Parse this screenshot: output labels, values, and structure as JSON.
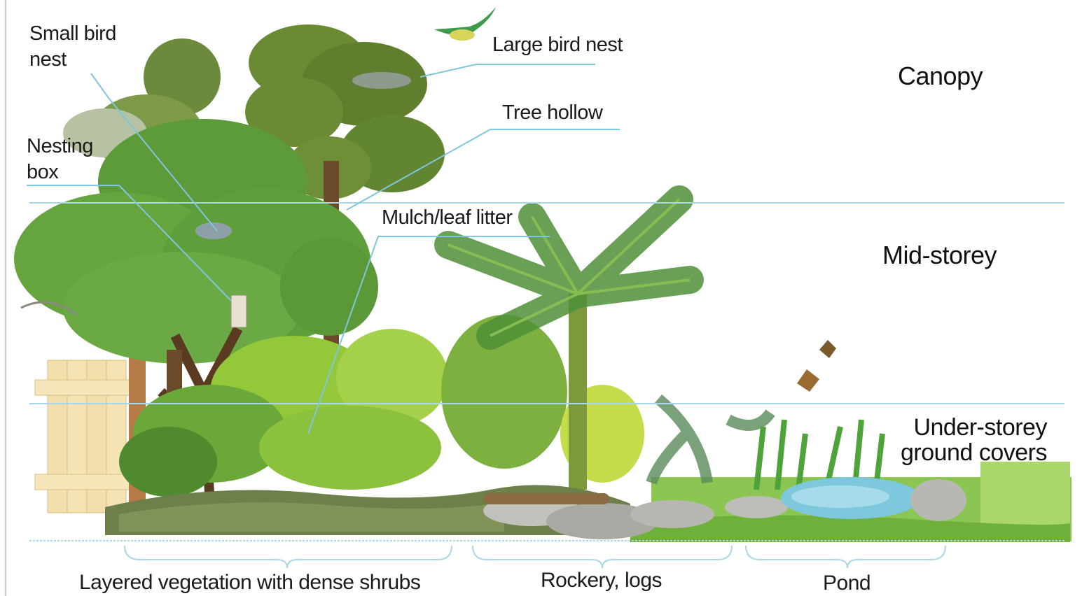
{
  "labels": {
    "small_bird_nest": "Small bird\nnest",
    "large_bird_nest": "Large bird nest",
    "tree_hollow": "Tree hollow",
    "nesting_box": "Nesting\nbox",
    "mulch": "Mulch/leaf litter"
  },
  "layers": {
    "canopy": "Canopy",
    "mid_storey": "Mid-storey",
    "under_storey": "Under-storey\nground covers"
  },
  "zones": {
    "vegetation": "Layered vegetation with dense shrubs",
    "rockery": "Rockery, logs",
    "pond": "Pond"
  },
  "colors": {
    "guide_line": "#a9d7e6",
    "tree_dark": "#5e7f2e",
    "tree_mid": "#6aa33a",
    "shrub_light": "#a7cf3c",
    "fern": "#5a9a3a",
    "fence": "#f0dca8",
    "pond": "#7ec8de",
    "ground": "#7fbf3f",
    "rock": "#b9b9b4"
  }
}
